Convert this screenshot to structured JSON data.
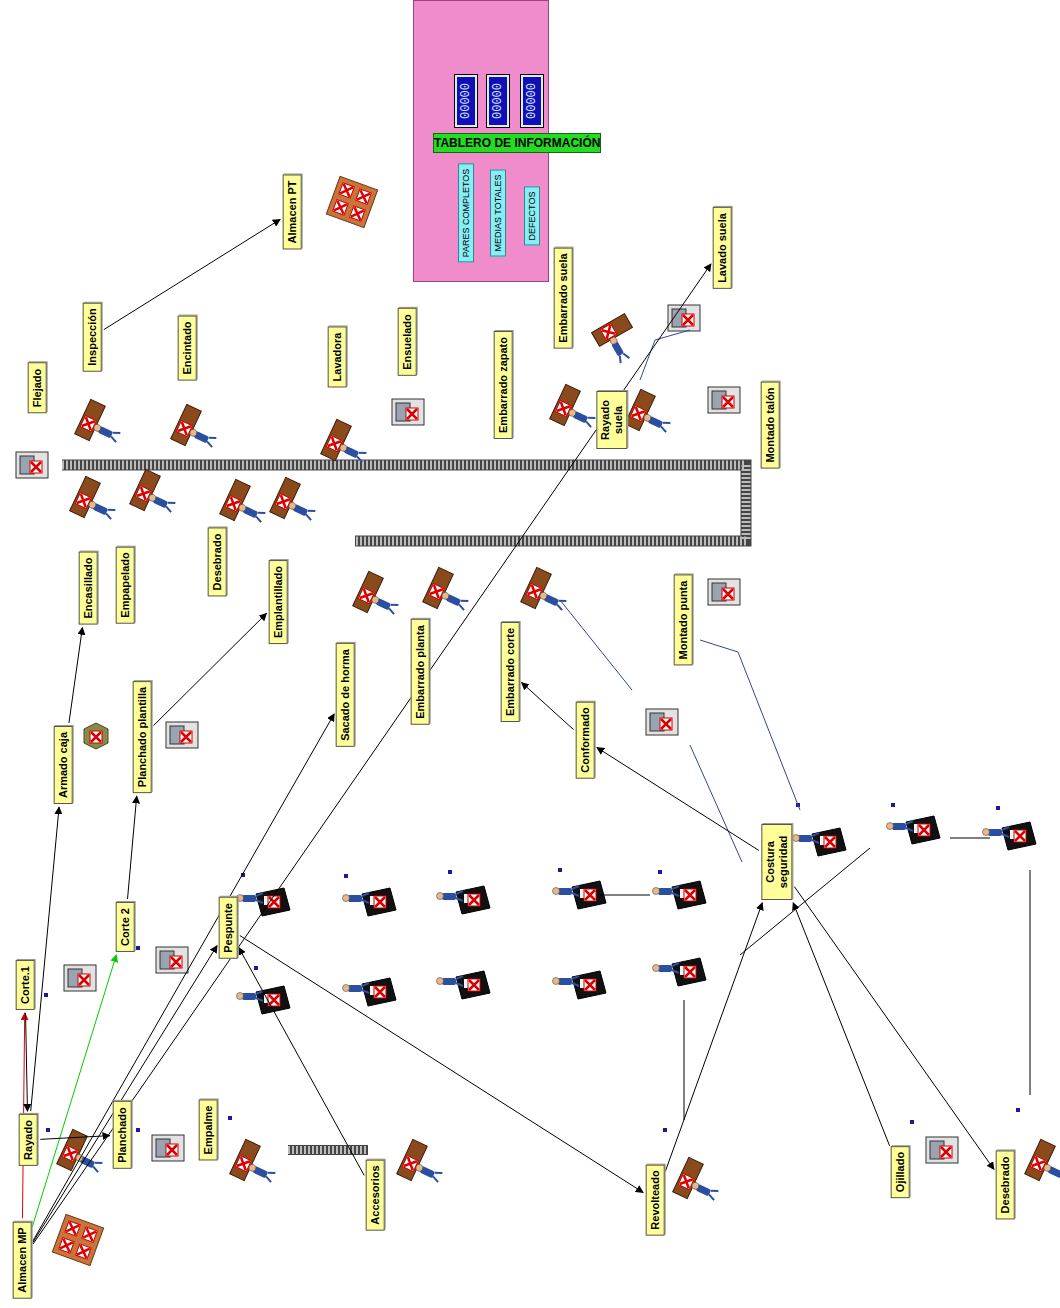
{
  "diagram": {
    "nodes": [
      {
        "text": [
          "TABLERO DE INFORMACIÓN"
        ]
      },
      {
        "text": [
          "PARES COMPLETOS"
        ],
        "in": 0
      },
      {
        "text": [
          "00000"
        ],
        "in": 0
      },
      {
        "text": [
          "MEDIAS TOTALES"
        ],
        "in": 0
      },
      {
        "text": [
          "00000"
        ],
        "in": 0
      },
      {
        "text": [
          "DEFECTOS"
        ],
        "in": 0
      },
      {
        "text": [
          "00000"
        ],
        "in": 0
      },
      {
        "text": [
          "Almacen PT"
        ]
      },
      {
        "text": [
          "Flejado"
        ]
      },
      {
        "text": [
          "Inspección"
        ]
      },
      {
        "text": [
          "Encintado"
        ]
      },
      {
        "text": [
          "Lavadora"
        ]
      },
      {
        "text": [
          "Ensuelado"
        ]
      },
      {
        "text": [
          "Embarrado zapato"
        ]
      },
      {
        "text": [
          "Embarrado suela"
        ]
      },
      {
        "text": [
          "Lavado suela"
        ]
      },
      {
        "text": [
          "Rayado suela"
        ]
      },
      {
        "text": [
          "Montado talón"
        ]
      },
      {
        "text": [
          "Encasillado"
        ]
      },
      {
        "text": [
          "Empapelado"
        ]
      },
      {
        "text": [
          "Desebrado"
        ]
      },
      {
        "text": [
          "Emplantillado"
        ]
      },
      {
        "text": [
          "Sacado de horma"
        ]
      },
      {
        "text": [
          "Embarrado planta"
        ]
      },
      {
        "text": [
          "Embarrado corte"
        ]
      },
      {
        "text": [
          "Conformado"
        ]
      },
      {
        "text": [
          "Montado punta"
        ]
      },
      {
        "text": [
          "Armado caja"
        ]
      },
      {
        "text": [
          "Planchado plantilla"
        ]
      },
      {
        "text": [
          "Corte.1"
        ]
      },
      {
        "text": [
          "Corte 2"
        ]
      },
      {
        "text": [
          "Pespunte"
        ]
      },
      {
        "text": [
          "Costura seguridad"
        ]
      },
      {
        "text": [
          "Rayado"
        ]
      },
      {
        "text": [
          "Planchado"
        ]
      },
      {
        "text": [
          "Empalme"
        ]
      },
      {
        "text": [
          "Almacen MP"
        ]
      },
      {
        "text": [
          "Accesorios"
        ]
      },
      {
        "text": [
          "Revolteado"
        ]
      },
      {
        "text": [
          "Ojillado"
        ]
      },
      {
        "text": [
          "Desebrado"
        ]
      }
    ],
    "edges": [
      {
        "from": 36,
        "to": 29,
        "arrow": "to"
      },
      {
        "from": 36,
        "to": 30,
        "arrow": "to"
      },
      {
        "from": 29,
        "to": 33,
        "arrow": "to"
      },
      {
        "from": 33,
        "to": 27,
        "arrow": "to"
      },
      {
        "from": 33,
        "to": 34,
        "arrow": "to"
      },
      {
        "from": 27,
        "to": 18,
        "arrow": "to"
      },
      {
        "from": 30,
        "to": 28,
        "arrow": "to"
      },
      {
        "from": 28,
        "to": 21,
        "arrow": "to"
      },
      {
        "from": 36,
        "to": 31,
        "arrow": "to"
      },
      {
        "from": 36,
        "to": 22,
        "arrow": "to"
      },
      {
        "from": 36,
        "to": 15,
        "arrow": "to"
      },
      {
        "from": 37,
        "to": 31,
        "arrow": "to"
      },
      {
        "from": 31,
        "to": 38,
        "arrow": "to"
      },
      {
        "from": 38,
        "to": 32,
        "arrow": "to"
      },
      {
        "from": 39,
        "to": 32,
        "arrow": "to"
      },
      {
        "from": 32,
        "to": 40,
        "arrow": "to"
      },
      {
        "from": 32,
        "to": 25,
        "arrow": "to"
      },
      {
        "from": 25,
        "to": 24,
        "arrow": "to"
      },
      {
        "from": 9,
        "to": 7,
        "arrow": "to"
      }
    ]
  }
}
